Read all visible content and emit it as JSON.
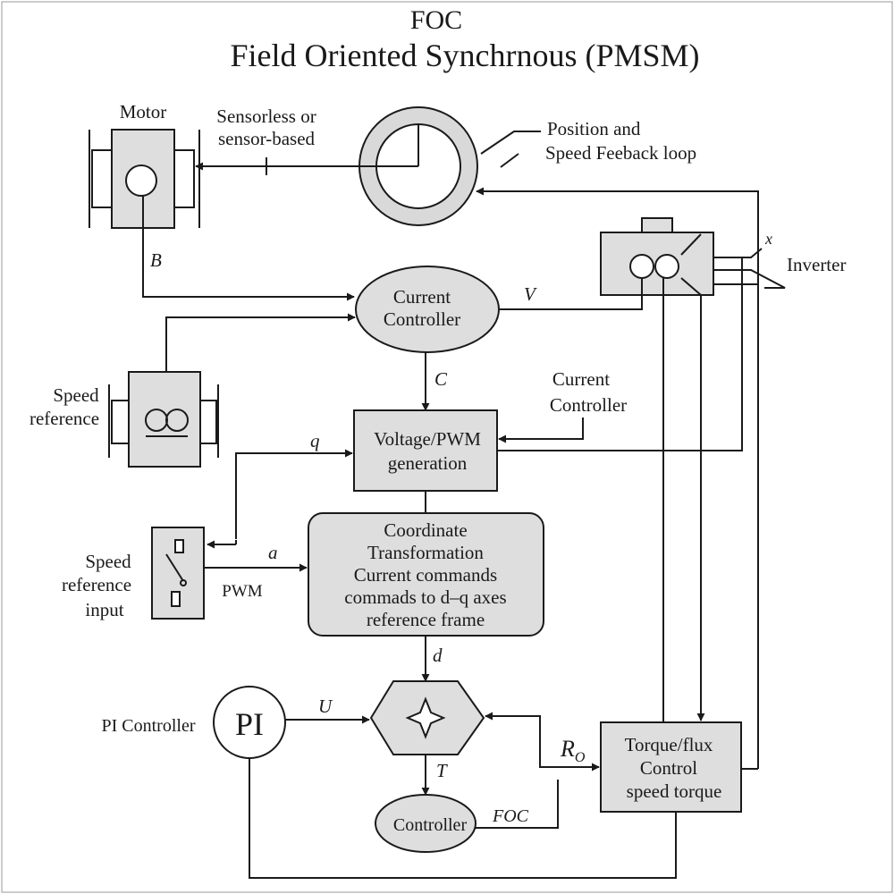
{
  "title": {
    "line1": "FOC",
    "line2": "Field Oriented Synchrnous (PMSM)"
  },
  "labels": {
    "motor": "Motor",
    "sensor_line1": "Sensorless or",
    "sensor_line2": "sensor-based",
    "feedback_line1": "Position and",
    "feedback_line2": "Speed Feeback loop",
    "inverter": "Inverter",
    "x": "x",
    "b": "B",
    "v": "V",
    "c": "C",
    "q": "q",
    "a": "a",
    "d": "d",
    "u": "U",
    "t": "T",
    "ro_main": "R",
    "ro_sub": "O",
    "foc": "FOC",
    "speed_ref_line1": "Speed",
    "speed_ref_line2": "reference",
    "speed_input_line1": "Speed",
    "speed_input_line2": "reference",
    "speed_input_line3": "input",
    "pwm": "PWM",
    "current_ctrl_ext_line1": "Current",
    "current_ctrl_ext_line2": "Controller",
    "pi_controller": "PI Controller"
  },
  "nodes": {
    "current_controller": {
      "line1": "Current",
      "line2": "Controller"
    },
    "voltage_pwm": {
      "line1": "Voltage/PWM",
      "line2": "generation"
    },
    "coordinate": {
      "line1": "Coordinate",
      "line2": "Transformation",
      "line3": "Current commands",
      "line4": "commads to d–q axes",
      "line5": "reference frame"
    },
    "pi": "PI",
    "controller": "Controller",
    "torque_flux": {
      "line1": "Torque/flux",
      "line2": "Control",
      "line3": "speed torque"
    }
  }
}
